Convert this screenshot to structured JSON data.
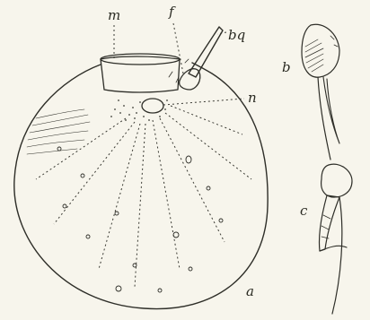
{
  "figure": {
    "labels": {
      "m": "m",
      "f": "f",
      "bq": "bq",
      "n": "n",
      "a": "a",
      "b": "b",
      "c": "c"
    }
  },
  "colors": {
    "paper": "#f7f5ec",
    "ink": "#2e2e28",
    "cell_fill": "#ebe8da"
  }
}
